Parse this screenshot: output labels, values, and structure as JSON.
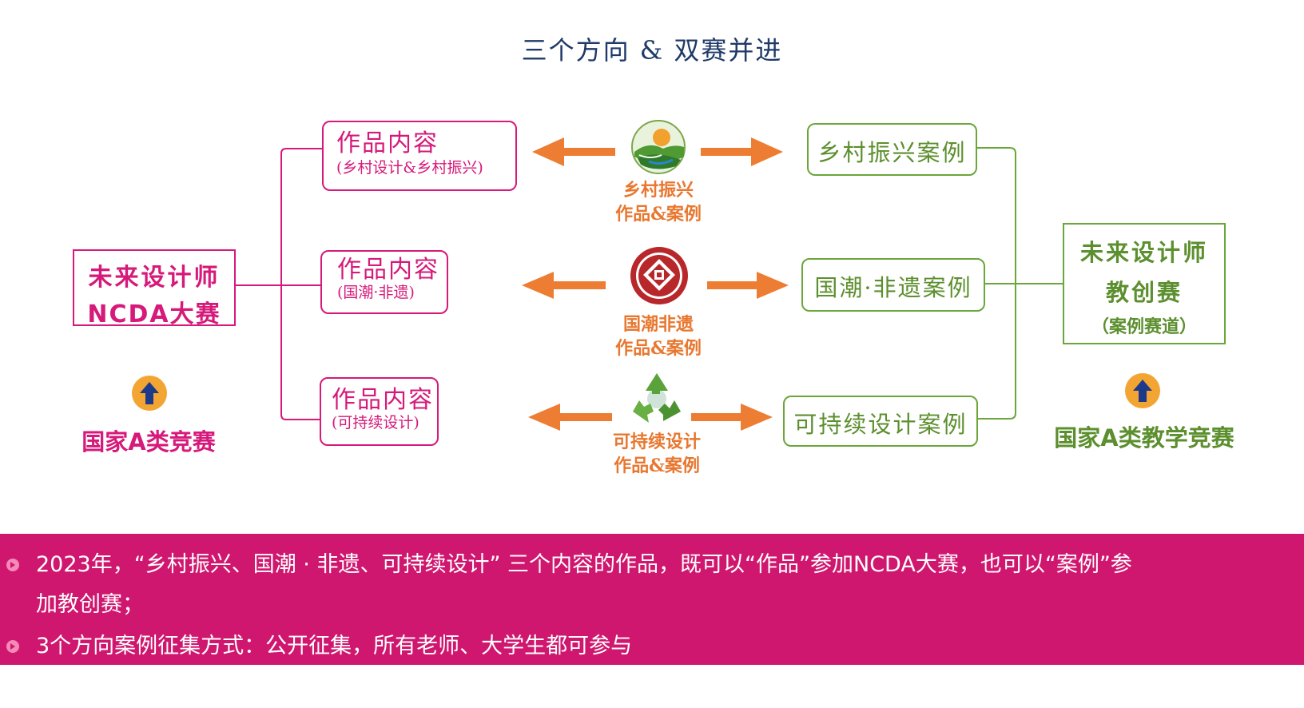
{
  "title": "三个方向  & 双赛并进",
  "left": {
    "main_line1": "未来设计师",
    "main_line2": "NCDA大赛",
    "caption": "国家A类竞赛",
    "boxes": [
      {
        "main": "作品内容",
        "sub": "(乡村设计&乡村振兴)"
      },
      {
        "main": "作品内容",
        "sub": "(国潮·非遗)"
      },
      {
        "main": "作品内容",
        "sub": "(可持续设计)"
      }
    ]
  },
  "center": [
    {
      "line1": "乡村振兴",
      "line2": "作品&案例",
      "icon": "rural-landscape-icon"
    },
    {
      "line1": "国潮非遗",
      "line2": "作品&案例",
      "icon": "heritage-seal-icon"
    },
    {
      "line1": "可持续设计",
      "line2": "作品&案例",
      "icon": "recycle-icon"
    }
  ],
  "right": {
    "cases": [
      "乡村振兴案例",
      "国潮·非遗案例",
      "可持续设计案例"
    ],
    "main_line1": "未来设计师",
    "main_line2": "教创赛",
    "main_line3": "（案例赛道）",
    "caption": "国家A类教学竞赛"
  },
  "bottom": {
    "line1": "2023年，“乡村振兴、国潮 · 非遗、可持续设计” 三个内容的作品，既可以“作品”参加NCDA大赛，也可以“案例”参",
    "line2": "加教创赛；",
    "line3": "3个方向案例征集方式：公开征集，所有老师、大学生都可参与"
  },
  "colors": {
    "magenta": "#d6197a",
    "green": "#6aa63a",
    "orange": "#e8772f",
    "navy": "#1f3a68",
    "banner": "#d0176f"
  }
}
